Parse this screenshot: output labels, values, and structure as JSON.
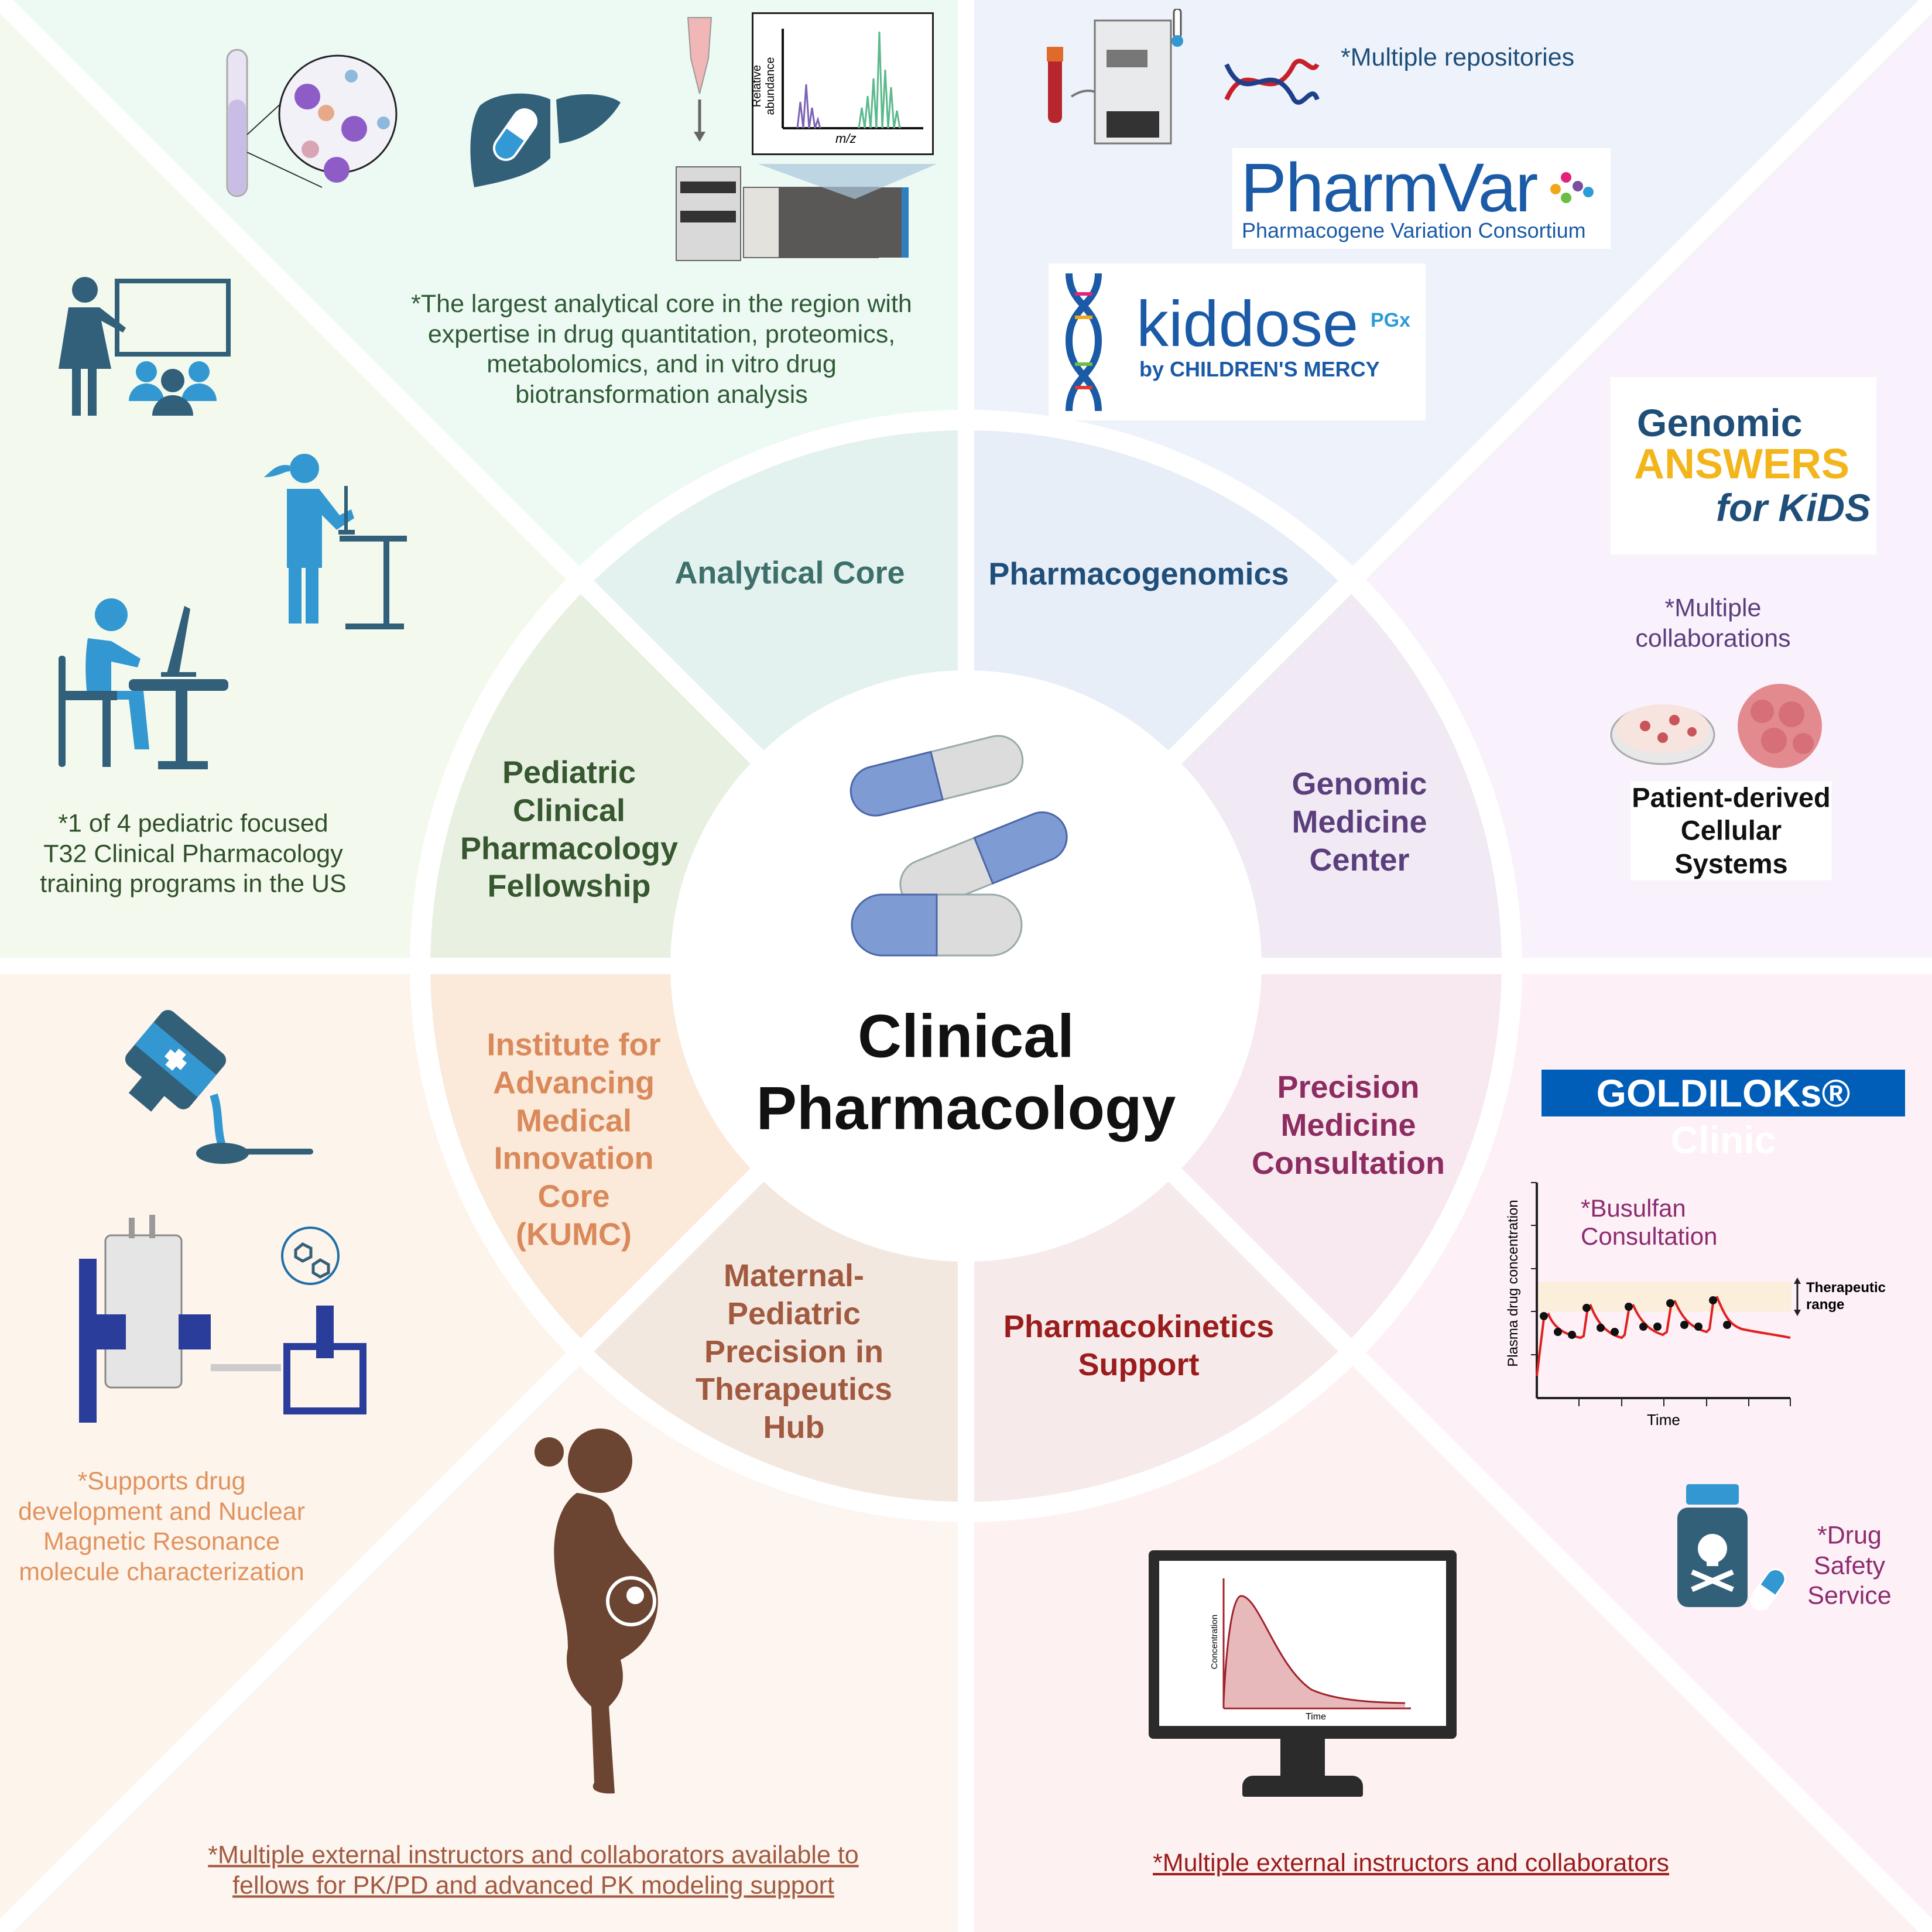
{
  "center_title": "Clinical\nPharmacology",
  "sectors": [
    {
      "id": "analytical-core",
      "label": "Analytical Core",
      "color": "#3d6f6b",
      "fill": "#e3f2ee"
    },
    {
      "id": "pharmacogenomics",
      "label": "Pharmacogenomics",
      "color": "#1f4e79",
      "fill": "#e7eef8"
    },
    {
      "id": "genomic-medicine-center",
      "label": "Genomic\nMedicine\nCenter",
      "color": "#5b3f7d",
      "fill": "#f1eaf5"
    },
    {
      "id": "precision-medicine-consultation",
      "label": "Precision\nMedicine\nConsultation",
      "color": "#8c2c60",
      "fill": "#f8e9f0"
    },
    {
      "id": "pharmacokinetics-support",
      "label": "Pharmacokinetics\nSupport",
      "color": "#9b1c1c",
      "fill": "#f6eaea"
    },
    {
      "id": "maternal-pediatric-hub",
      "label": "Maternal-\nPediatric\nPrecision in\nTherapeutics\nHub",
      "color": "#a15a40",
      "fill": "#f3e8e0"
    },
    {
      "id": "institute-kumc",
      "label": "Institute for\nAdvancing\nMedical\nInnovation\nCore\n(KUMC)",
      "color": "#d9895a",
      "fill": "#fbe9da"
    },
    {
      "id": "pediatric-fellowship",
      "label": "Pediatric\nClinical\nPharmacology\nFellowship",
      "color": "#36572f",
      "fill": "#e8f1e1"
    }
  ],
  "background_colors": [
    "#edf9f3",
    "#eef3fb",
    "#f9f1fb",
    "#fdf0f6",
    "#fdf2f1",
    "#fdf5ef",
    "#fdf4eb",
    "#f3faed"
  ],
  "notes": {
    "analytical": "*The largest analytical core in the region with\nexpertise in drug quantitation, proteomics,\nmetabolomics, and in vitro drug\nbiotransformation analysis",
    "t32": "*1 of 4 pediatric focused\nT32 Clinical Pharmacology\ntraining programs in the US",
    "repositories": "*Multiple repositories",
    "collaborations": "*Multiple collaborations",
    "patient_derived": "Patient-derived\nCellular Systems",
    "nmr": "*Supports drug\ndevelopment and Nuclear\nMagnetic Resonance\nmolecule characterization",
    "busulfan": "*Busulfan Consultation",
    "drug_safety": "*Drug\nSafety\nService",
    "external_fellows": "*Multiple external instructors and collaborators available to\nfellows for PK/PD and advanced PK modeling support",
    "external_pk": "*Multiple external instructors and collaborators"
  },
  "logos": {
    "pharmvar_title": "PharmVar",
    "pharmvar_sub": "Pharmacogene Variation Consortium",
    "kiddose_title": "kiddose",
    "kiddose_pgx": "PGx",
    "kiddose_sub": "by CHILDREN'S MERCY",
    "genomic_answers_1": "Genomic",
    "genomic_answers_2": "ANSWERS",
    "genomic_answers_3": "for KiDS",
    "goldiloks": "GOLDILOKs® Clinic"
  },
  "mass_spec_chart": {
    "ylabel": "Relative abundance",
    "xlabel": "m/z"
  },
  "busulfan_chart": {
    "ylabel": "Plasma drug concentration",
    "xlabel": "Time",
    "band_label": "Therapeutic\nrange"
  },
  "pk_monitor_chart": {
    "ylabel": "Concentration",
    "xlabel": "Time"
  }
}
